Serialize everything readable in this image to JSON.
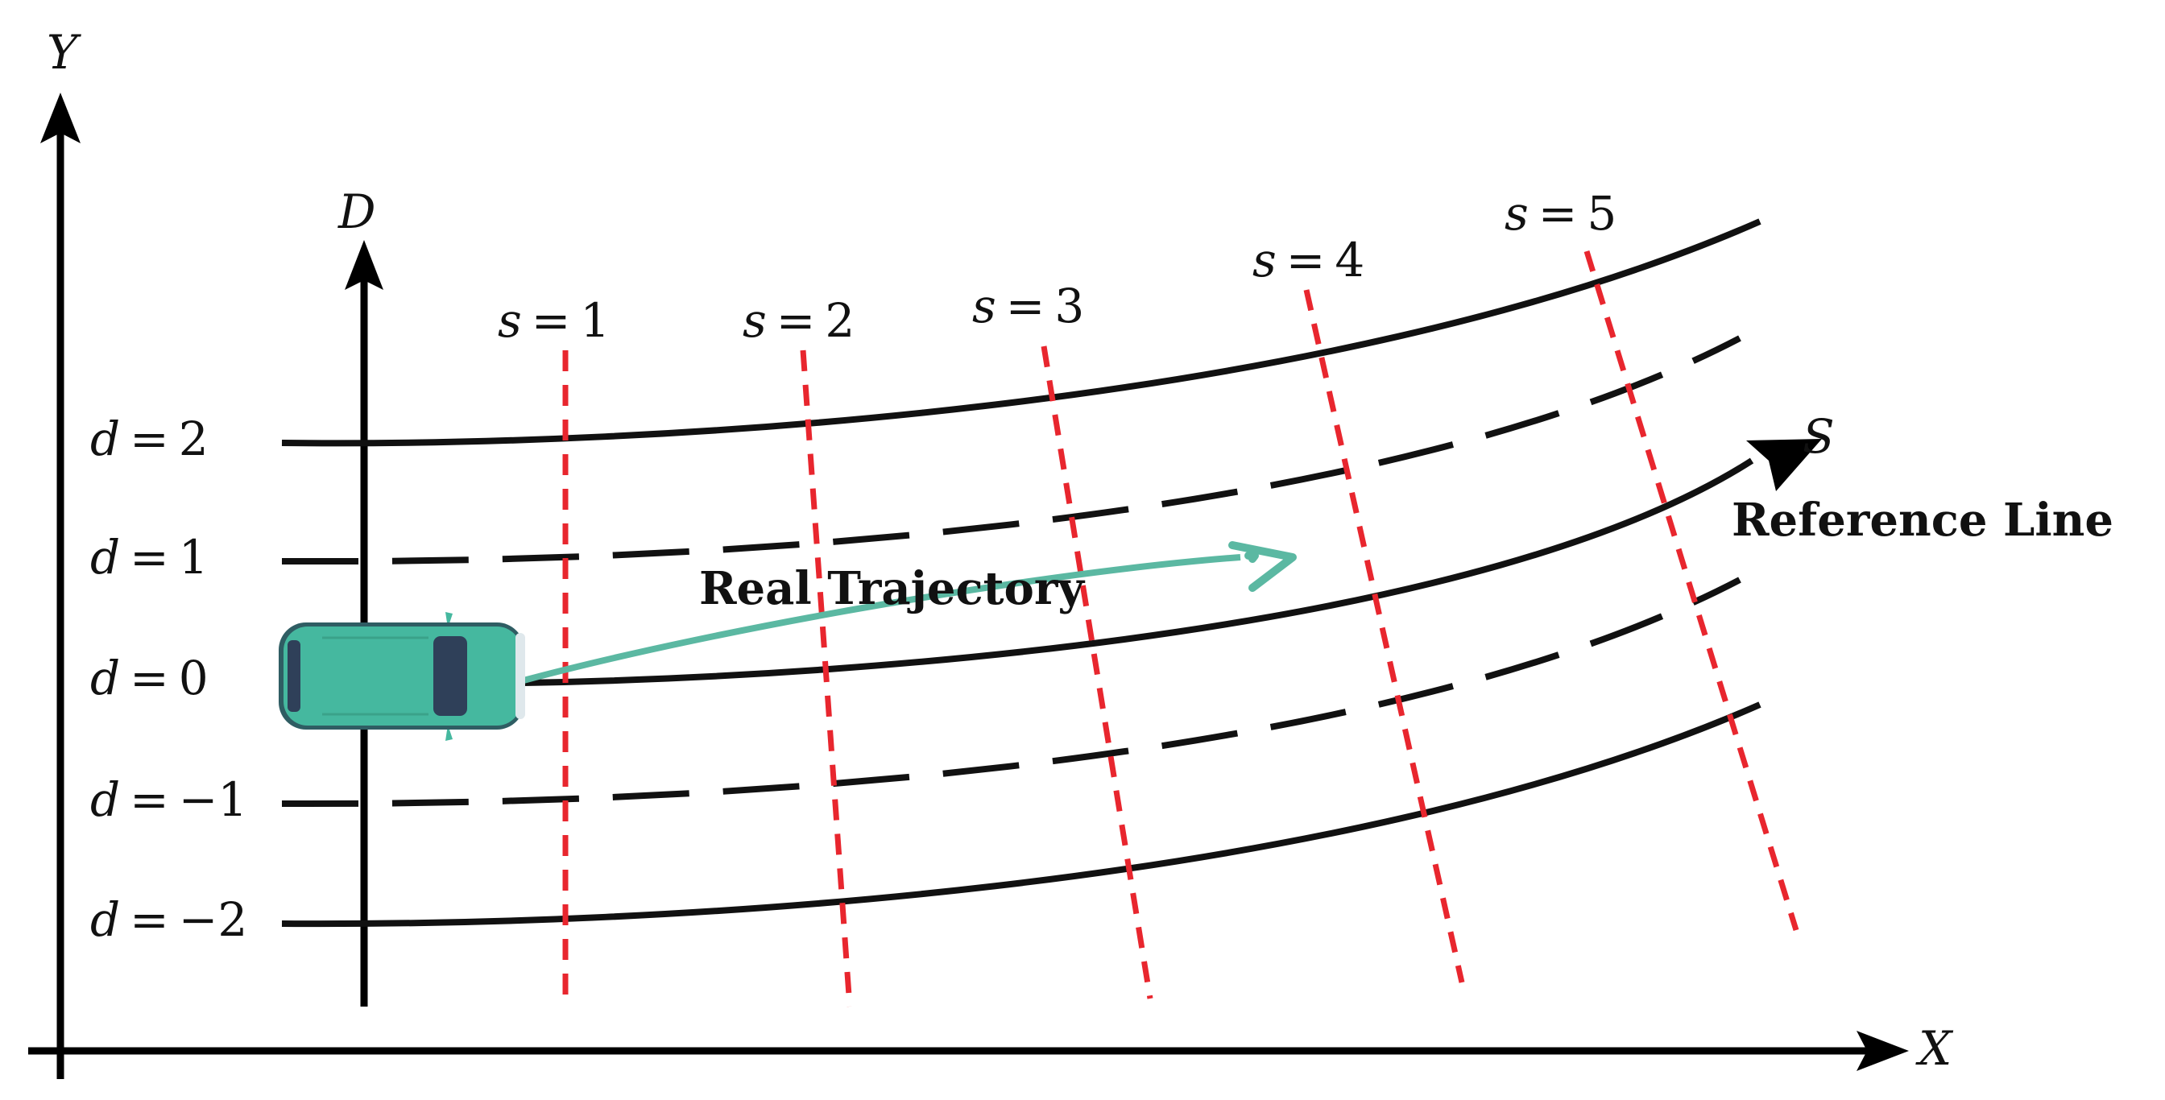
{
  "axes": {
    "x_label": "X",
    "y_label": "Y",
    "d_label": "D",
    "s_label": "S"
  },
  "lanes": [
    {
      "d_var": "d",
      "eq": "=",
      "value": "2",
      "style": "solid"
    },
    {
      "d_var": "d",
      "eq": "=",
      "value": "1",
      "style": "dashed"
    },
    {
      "d_var": "d",
      "eq": "=",
      "value": "0",
      "style": "solid"
    },
    {
      "d_var": "d",
      "eq": "=",
      "value": "−1",
      "style": "dashed"
    },
    {
      "d_var": "d",
      "eq": "=",
      "value": "−2",
      "style": "solid"
    }
  ],
  "stations": [
    {
      "s_var": "s",
      "eq": "=",
      "value": "1"
    },
    {
      "s_var": "s",
      "eq": "=",
      "value": "2"
    },
    {
      "s_var": "s",
      "eq": "=",
      "value": "3"
    },
    {
      "s_var": "s",
      "eq": "=",
      "value": "4"
    },
    {
      "s_var": "s",
      "eq": "=",
      "value": "5"
    }
  ],
  "labels": {
    "reference_line": "Reference Line",
    "real_trajectory": "Real Trajectory"
  },
  "colors": {
    "axis": "#000000",
    "lane": "#111111",
    "station": "#e8262e",
    "trajectory": "#5bb8a2",
    "car_body": "#45b89f",
    "car_window": "#2f4059"
  }
}
